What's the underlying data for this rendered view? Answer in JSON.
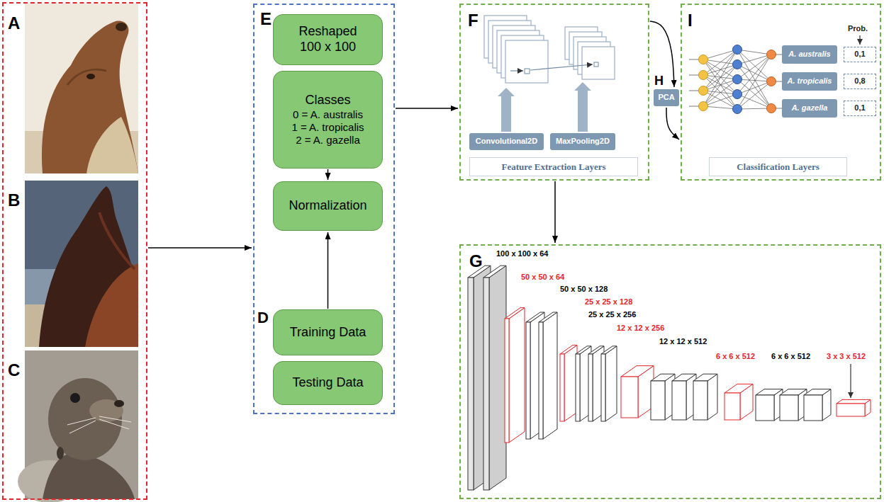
{
  "diagram": {
    "nodes": [
      {
        "text": [
          "A",
          "B",
          "C"
        ]
      },
      {
        "text": [
          "E"
        ]
      },
      {
        "text": [
          "Reshaped 100 x 100"
        ],
        "in": 1
      },
      {
        "text": [
          "Classes",
          "0 = A. australis",
          "1 = A. tropicalis",
          "2 = A. gazella"
        ],
        "in": 1
      },
      {
        "text": [
          "Normalization"
        ],
        "in": 1
      },
      {
        "text": [
          "Training Data"
        ],
        "in": 1
      },
      {
        "text": [
          "Testing Data"
        ],
        "in": 1
      },
      {
        "text": [
          "F"
        ]
      },
      {
        "text": [
          "Convolutional2D"
        ],
        "in": 7
      },
      {
        "text": [
          "MaxPooling2D"
        ],
        "in": 7
      },
      {
        "text": [
          "Feature Extraction Layers"
        ],
        "in": 7
      },
      {
        "text": [
          "PCA"
        ]
      },
      {
        "text": [
          "I"
        ]
      },
      {
        "text": [
          "A. australis"
        ],
        "in": 12
      },
      {
        "text": [
          "A. tropicalis"
        ],
        "in": 12
      },
      {
        "text": [
          "A. gazella"
        ],
        "in": 12
      },
      {
        "text": [
          "0,1"
        ],
        "in": 12
      },
      {
        "text": [
          "0,8"
        ],
        "in": 12
      },
      {
        "text": [
          "0,1"
        ],
        "in": 12
      },
      {
        "text": [
          "Classification Layers"
        ],
        "in": 12
      },
      {
        "text": [
          "G"
        ]
      }
    ],
    "edges": [
      {
        "from": 0,
        "to": 1,
        "arrow": "to"
      },
      {
        "from": 1,
        "to": 7,
        "arrow": "to"
      },
      {
        "from": 3,
        "to": 4,
        "arrow": "to"
      },
      {
        "from": 5,
        "to": 4,
        "arrow": "to"
      },
      {
        "from": 7,
        "to": 11,
        "arrow": "to"
      },
      {
        "from": 11,
        "to": 12,
        "arrow": "to"
      },
      {
        "from": 7,
        "to": 20,
        "arrow": "to"
      }
    ],
    "labels": [
      "D",
      "H",
      "Prob.",
      "100 x 100 x 64",
      "50 x 50 x 64",
      "50 x 50 x 128",
      "25 x 25 x 128",
      "25 x 25 x 256",
      "12 x 12 x 256",
      "12 x 12 x 512",
      "6 x 6 x 512",
      "6 x 6 x 512",
      "3 x 3 x 512"
    ]
  }
}
